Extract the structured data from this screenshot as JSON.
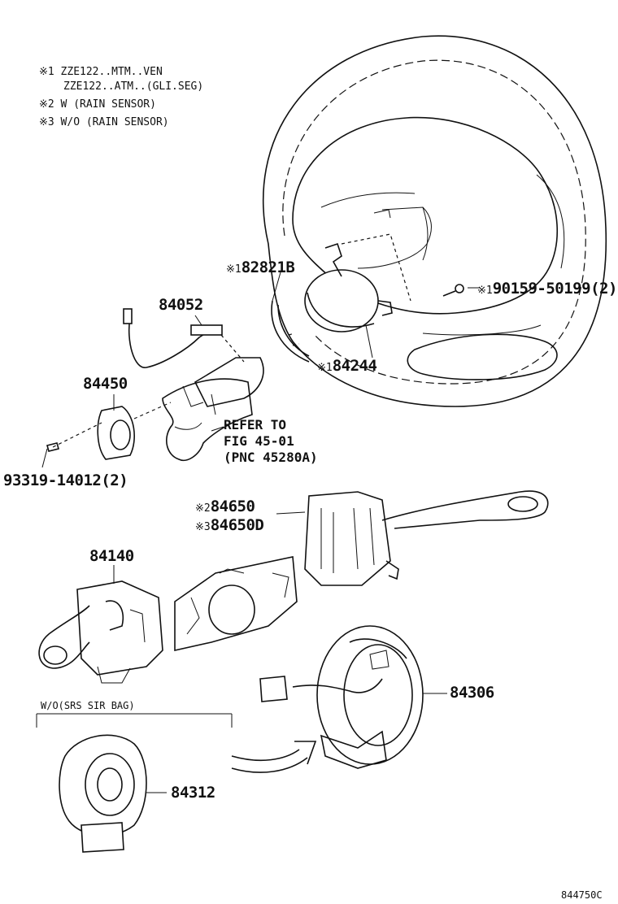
{
  "notes": {
    "line1": "※1 ZZE122..MTM..VEN",
    "line2": "ZZE122..ATM..(GLI.SEG)",
    "line3": "※2 W (RAIN SENSOR)",
    "line4": "※3 W/O (RAIN SENSOR)"
  },
  "parts": {
    "p82821b": {
      "mark": "※1",
      "number": "82821B"
    },
    "p90159": {
      "mark": "※1",
      "number": "90159-50199(2)"
    },
    "p84244": {
      "mark": "※1",
      "number": "84244"
    },
    "p84052": {
      "number": "84052"
    },
    "p84450": {
      "number": "84450"
    },
    "p93319": {
      "number": "93319-14012(2)"
    },
    "p84650": {
      "mark": "※2",
      "number": "84650"
    },
    "p84650d": {
      "mark": "※3",
      "number": "84650D"
    },
    "p84140": {
      "number": "84140"
    },
    "p84306": {
      "number": "84306"
    },
    "p84312": {
      "number": "84312"
    }
  },
  "refer": {
    "line1": "REFER TO",
    "line2": "FIG 45-01",
    "line3": "(PNC 45280A)"
  },
  "wo_label": "W/O(SRS SIR BAG)",
  "diagram_code": "844750C"
}
